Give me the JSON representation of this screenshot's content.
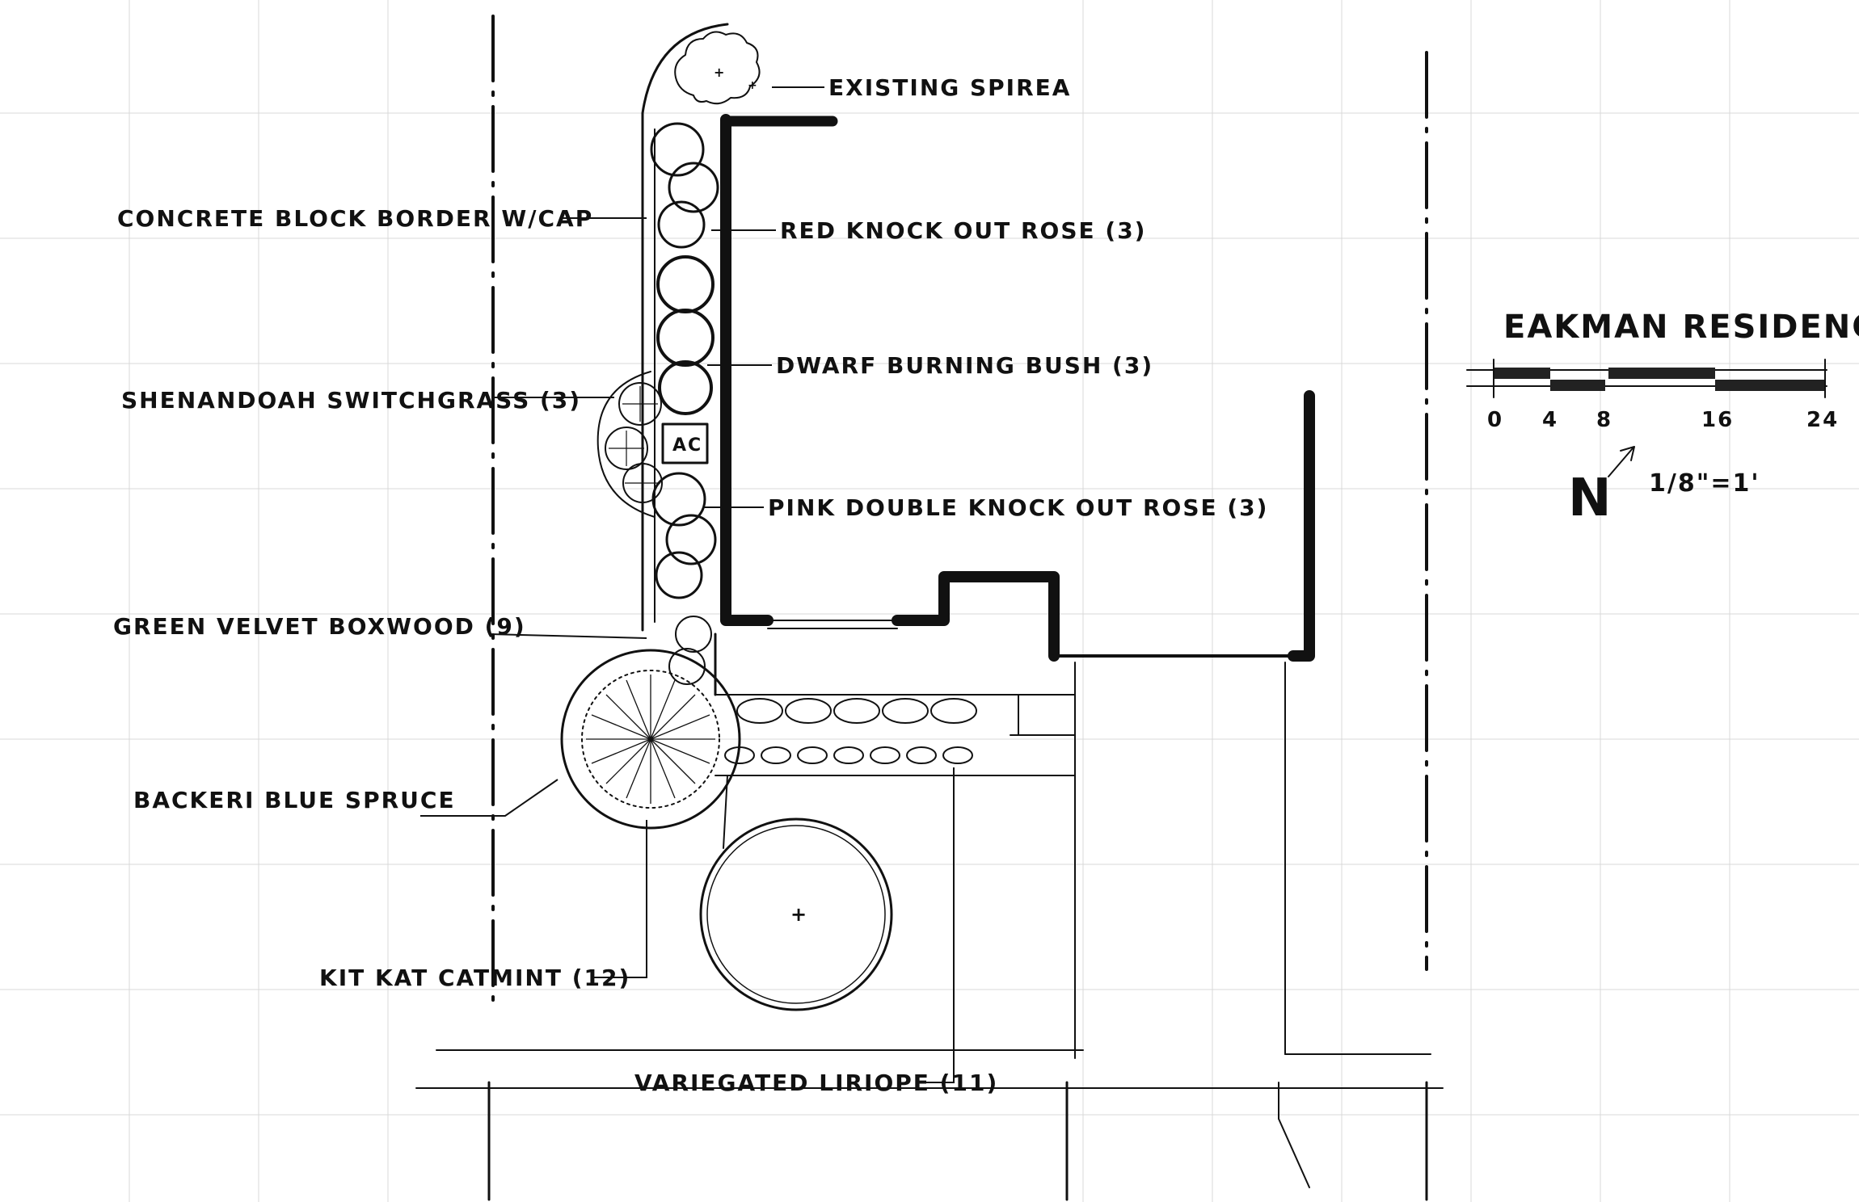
{
  "title": "EAKMAN RESIDENCE",
  "scale_note": "1/8\"=1'",
  "north_label": "N",
  "scale_bar_ticks": [
    "0",
    "4",
    "8",
    "16",
    "24"
  ],
  "labels": {
    "existing_spirea": "EXISTING SPIREA",
    "concrete_border": "CONCRETE BLOCK BORDER W/CAP",
    "red_rose": "RED KNOCK OUT ROSE (3)",
    "burning_bush": "DWARF BURNING BUSH (3)",
    "switchgrass": "SHENANDOAH SWITCHGRASS (3)",
    "pink_rose": "PINK DOUBLE KNOCK OUT ROSE (3)",
    "boxwood": "GREEN VELVET BOXWOOD (9)",
    "spruce": "BACKERI BLUE SPRUCE",
    "catmint": "KIT KAT CATMINT (12)",
    "liriope": "VARIEGATED LIRIOPE (11)",
    "ac_unit": "AC"
  }
}
